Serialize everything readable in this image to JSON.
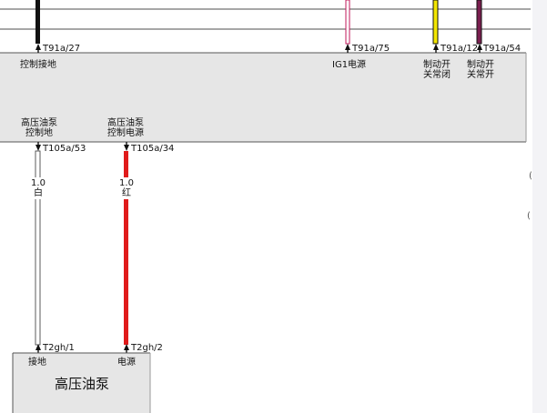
{
  "top_connector": {
    "pins": [
      {
        "label": "T91a/27",
        "name": "控制接地"
      },
      {
        "label": "T91a/75",
        "name": "IG1电源"
      },
      {
        "label": "T91a/12",
        "name": "制动开关常闭"
      },
      {
        "label": "T91a/54",
        "name": "制动开关常开"
      }
    ]
  },
  "ecu_pump_labels": [
    "高压油泵控制地",
    "高压油泵控制电源"
  ],
  "ecu_connector": {
    "pins": [
      {
        "label": "T105a/53"
      },
      {
        "label": "T105a/34"
      }
    ]
  },
  "wires": [
    {
      "gauge": "1.0",
      "color_name": "白",
      "color": "#ffffff"
    },
    {
      "gauge": "1.0",
      "color_name": "红",
      "color": "#e01b1b"
    }
  ],
  "pump_connector": {
    "pins": [
      {
        "label": "T2gh/1",
        "name": "接地"
      },
      {
        "label": "T2gh/2",
        "name": "电源"
      }
    ]
  },
  "pump": {
    "title": "高压油泵"
  },
  "colors": {
    "panel": "#e6e6e6",
    "wire_black": "#111111",
    "wire_red": "#e01b1b",
    "wire_pink_line": "#c2185b",
    "wire_yellow": "#f3e600",
    "wire_purple": "#7a1f4f"
  },
  "right_edge_glyphs": [
    "(",
    "("
  ]
}
